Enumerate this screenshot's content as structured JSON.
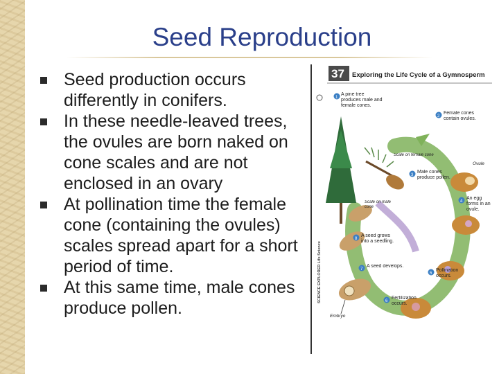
{
  "slide": {
    "title": "Seed Reproduction",
    "bullets": [
      "Seed production occurs differently in conifers.",
      "In these needle-leaved trees, the ovules are born naked on cone scales and are not enclosed in an ovary",
      "At pollination time the female cone (containing the ovules) scales spread apart for a short period of time.",
      "At this same time, male cones produce pollen."
    ]
  },
  "figure": {
    "number": "37",
    "title": "Exploring the Life Cycle of a Gymnosperm",
    "side_credit": "SCIENCE EXPLORER Life Science",
    "steps": {
      "s1": "A pine tree produces male and female cones.",
      "s2": "Female cones contain ovules.",
      "s3": "Male cones produce pollen.",
      "s4": "An egg forms in an ovule.",
      "s5": "Pollination occurs.",
      "s6": "Fertilization occurs.",
      "s7": "A seed develops.",
      "s8": "A seed grows into a seedling."
    },
    "step_numbers": {
      "s1": "1",
      "s2": "2",
      "s3": "3",
      "s4": "4",
      "s5": "5",
      "s6": "6",
      "s7": "7",
      "s8": "8"
    },
    "labels": {
      "scale_female": "Scale on female cone",
      "scale_male": "Scale on male cone",
      "ovule": "Ovule",
      "embryo": "Embryo"
    },
    "colors": {
      "cycle_arrow": "#7fb25a",
      "step_circle": "#3b7fc4",
      "cone_brown": "#b07a3a",
      "pollen_purple": "#a88cc8"
    }
  }
}
